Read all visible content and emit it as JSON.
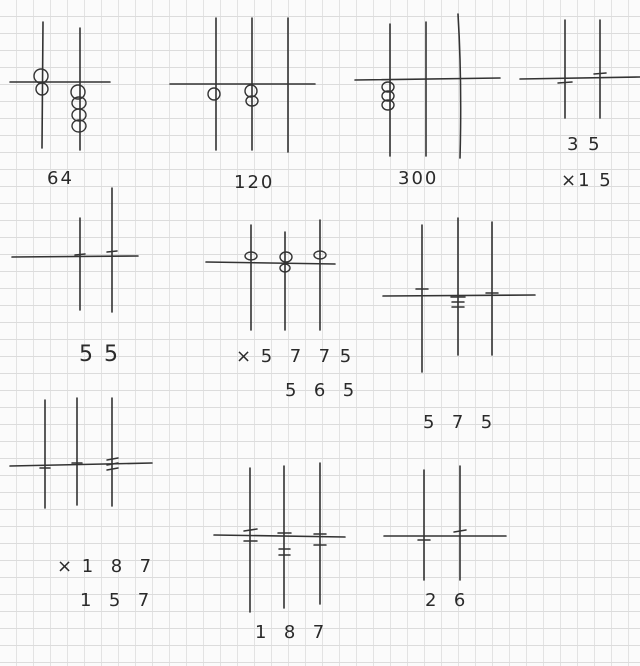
{
  "sketches": [
    {
      "id": "s1",
      "labels": [
        "64"
      ]
    },
    {
      "id": "s2",
      "labels": [
        "120"
      ]
    },
    {
      "id": "s3",
      "labels": [
        "300"
      ]
    },
    {
      "id": "s4",
      "labels": [
        "3 5",
        "×1 5"
      ]
    },
    {
      "id": "s5",
      "labels": [
        "5 5"
      ]
    },
    {
      "id": "s6",
      "labels": [
        "× 5  7  7 5",
        "5  6  5"
      ]
    },
    {
      "id": "s7",
      "labels": [
        "5  7  5"
      ]
    },
    {
      "id": "s8",
      "labels": [
        "× 1  8  7",
        "1  5  7"
      ]
    },
    {
      "id": "s9",
      "labels": [
        "1  8  7"
      ]
    },
    {
      "id": "s10",
      "labels": [
        "2  6"
      ]
    }
  ]
}
